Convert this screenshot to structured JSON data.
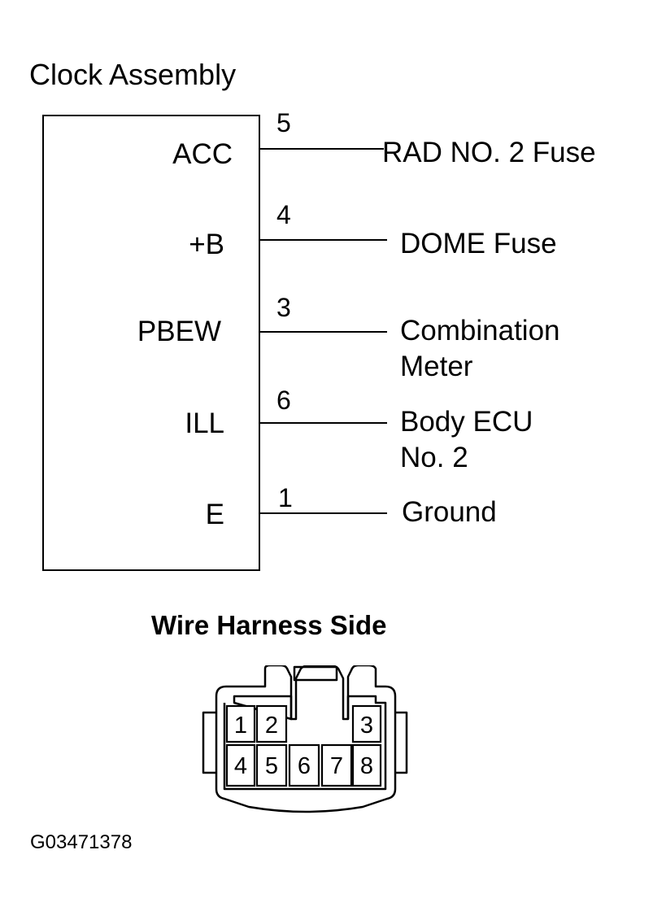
{
  "diagram": {
    "title": "Clock Assembly",
    "pins": [
      {
        "name": "ACC",
        "number": "5",
        "destination": [
          "RAD NO. 2 Fuse"
        ]
      },
      {
        "name": "+B",
        "number": "4",
        "destination": [
          "DOME Fuse"
        ]
      },
      {
        "name": "PBEW",
        "number": "3",
        "destination": [
          "Combination",
          "Meter"
        ]
      },
      {
        "name": "ILL",
        "number": "6",
        "destination": [
          "Body ECU",
          "No. 2"
        ]
      },
      {
        "name": "E",
        "number": "1",
        "destination": [
          "Ground"
        ]
      }
    ]
  },
  "connector": {
    "title": "Wire Harness Side",
    "cavities": [
      "1",
      "2",
      "3",
      "4",
      "5",
      "6",
      "7",
      "8"
    ]
  },
  "figure_id": "G03471378"
}
